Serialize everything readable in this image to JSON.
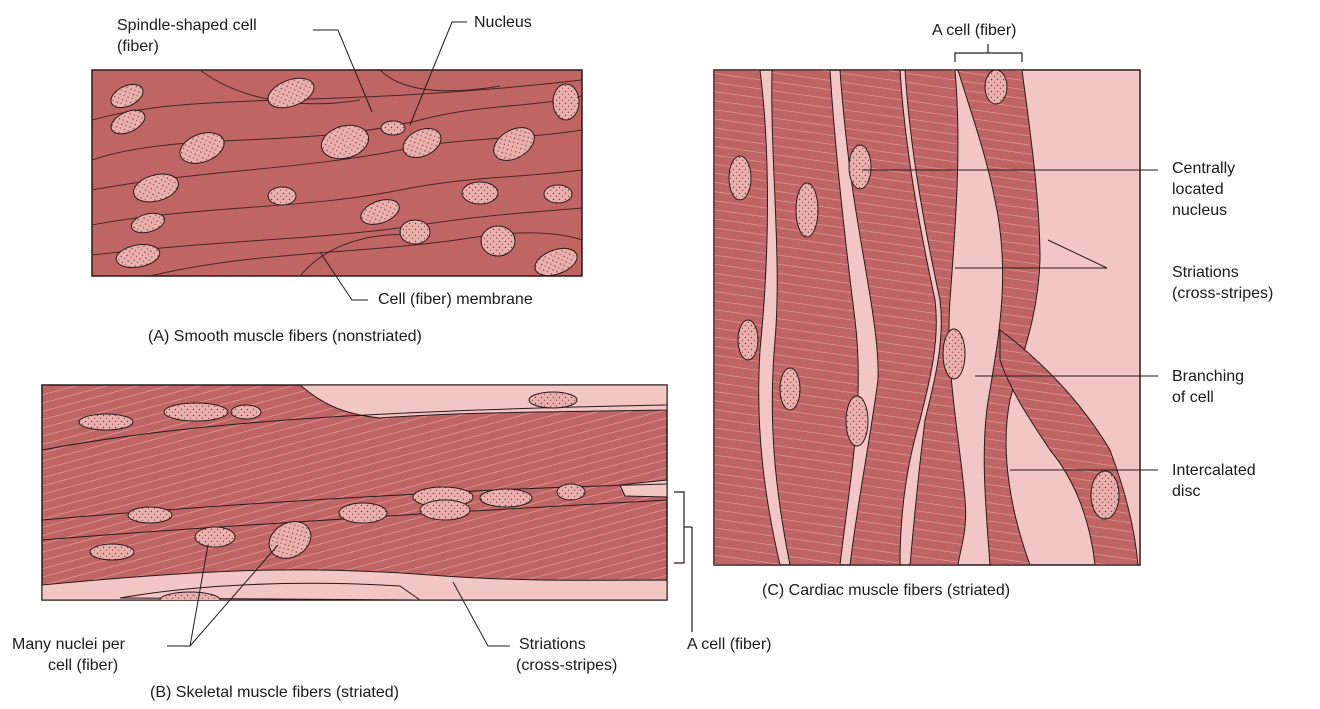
{
  "colors": {
    "muscle": "#c06566",
    "muscle_dark": "#a54d50",
    "muscle_light": "#d38a89",
    "interstitial": "#f2c6c4",
    "nucleus": "#eab0ad",
    "outline": "#2a1a1a"
  },
  "panel_a": {
    "caption": "(A) Smooth muscle fibers (nonstriated)",
    "labels": {
      "spindle_line1": "Spindle-shaped cell",
      "spindle_line2": "(fiber)",
      "nucleus": "Nucleus",
      "membrane": "Cell (fiber) membrane"
    }
  },
  "panel_b": {
    "caption": "(B) Skeletal muscle fibers (striated)",
    "labels": {
      "nuclei_line1": "Many nuclei per",
      "nuclei_line2": "cell (fiber)",
      "striations_line1": "Striations",
      "striations_line2": "(cross-stripes)",
      "cell": "A cell (fiber)"
    }
  },
  "panel_c": {
    "caption": "(C) Cardiac muscle fibers (striated)",
    "labels": {
      "cell": "A cell (fiber)",
      "central_line1": "Centrally",
      "central_line2": "located",
      "central_line3": "nucleus",
      "striations_line1": "Striations",
      "striations_line2": "(cross-stripes)",
      "branching_line1": "Branching",
      "branching_line2": "of cell",
      "disc_line1": "Intercalated",
      "disc_line2": "disc"
    }
  }
}
